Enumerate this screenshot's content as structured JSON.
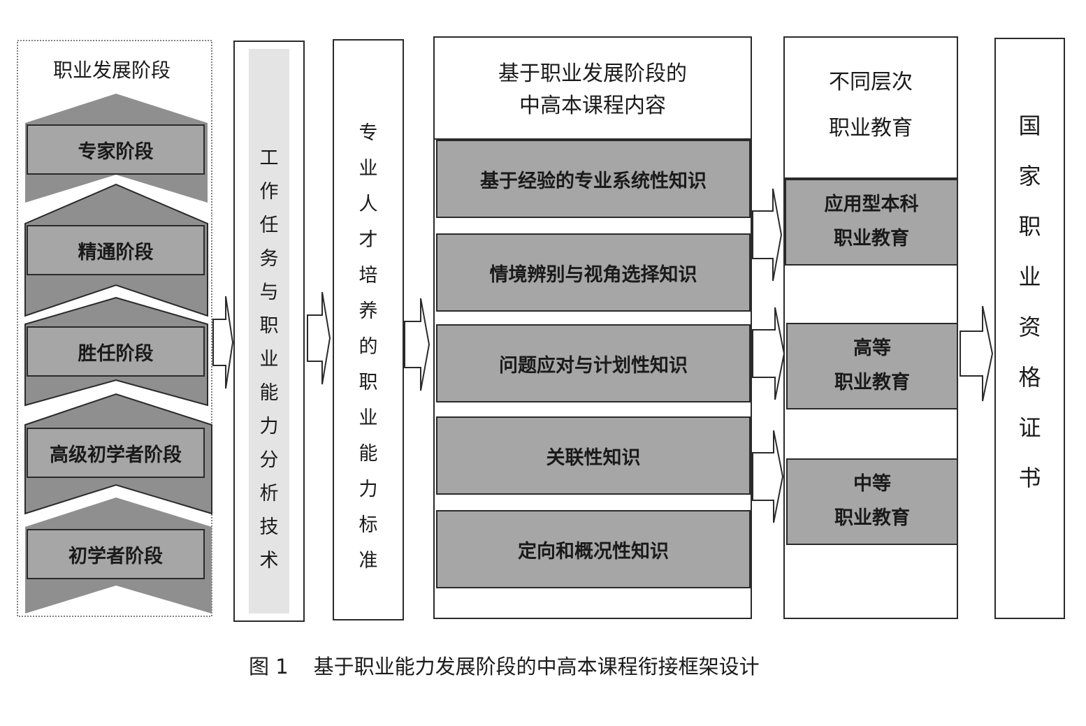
{
  "stages": {
    "title": "职业发展阶段",
    "items": [
      "专家阶段",
      "精通阶段",
      "胜任阶段",
      "高级初学者阶段",
      "初学者阶段"
    ]
  },
  "analysis": {
    "label": "工作任务与职业能力分析技术"
  },
  "standard": {
    "label": "专业人才培养的职业能力标准"
  },
  "curriculum": {
    "title_line1": "基于职业发展阶段的",
    "title_line2": "中高本课程内容",
    "items": [
      "基于经验的专业系统性知识",
      "情境辨别与视角选择知识",
      "问题应对与计划性知识",
      "关联性知识",
      "定向和概况性知识"
    ]
  },
  "levels": {
    "title_line1": "不同层次",
    "title_line2": "职业教育",
    "items": [
      {
        "line1": "应用型本科",
        "line2": "职业教育"
      },
      {
        "line1": "高等",
        "line2": "职业教育"
      },
      {
        "line1": "中等",
        "line2": "职业教育"
      }
    ]
  },
  "certificate": {
    "label": "国家职业资格证书"
  },
  "caption": {
    "number": "图 1",
    "text": "基于职业能力发展阶段的中高本课程衔接框架设计"
  },
  "colors": {
    "fill_gray": "#a6a6a6",
    "chevron_gray": "#8f8f8f",
    "stroke": "#2a2a2a"
  }
}
